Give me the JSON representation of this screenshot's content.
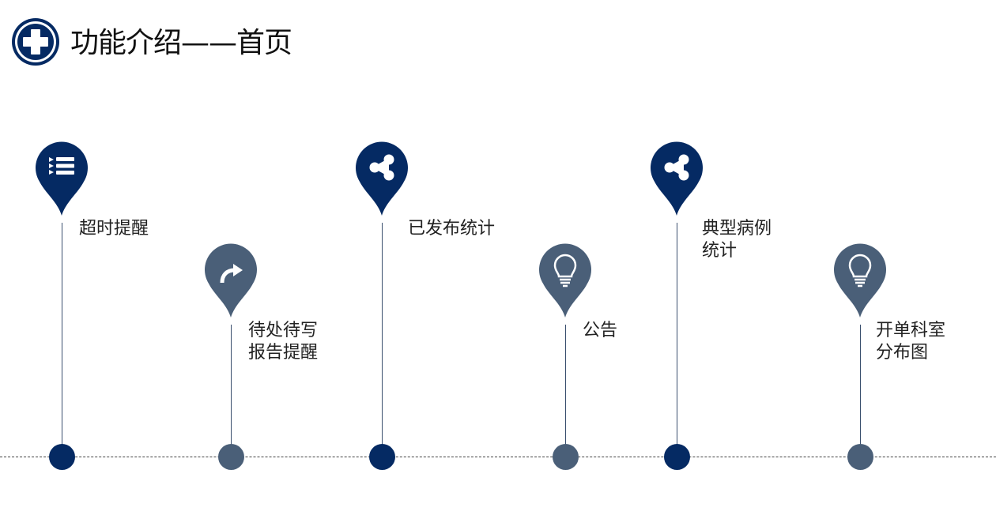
{
  "header": {
    "title": "功能介绍——首页",
    "icon": "medical-cross-icon"
  },
  "colors": {
    "primary": "#052a63",
    "secondary": "#4a5f78"
  },
  "timeline": [
    {
      "label": "超时提醒",
      "icon": "list-icon",
      "tone": "primary"
    },
    {
      "label": "待处待写\n报告提醒",
      "icon": "redo-arrow-icon",
      "tone": "secondary"
    },
    {
      "label": "已发布统计",
      "icon": "share-icon",
      "tone": "primary"
    },
    {
      "label": "公告",
      "icon": "lightbulb-icon",
      "tone": "secondary"
    },
    {
      "label": "典型病例\n统计",
      "icon": "share-icon",
      "tone": "primary"
    },
    {
      "label": "开单科室\n分布图",
      "icon": "lightbulb-icon",
      "tone": "secondary"
    }
  ]
}
